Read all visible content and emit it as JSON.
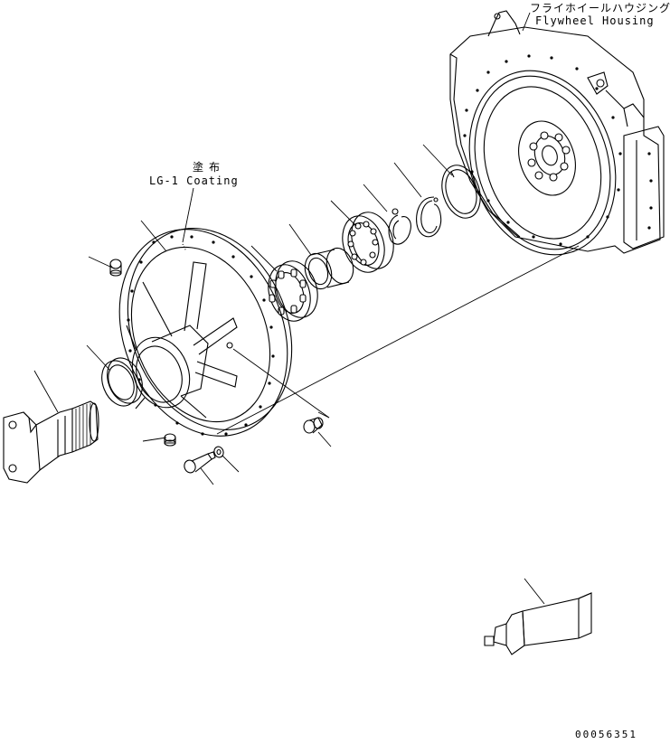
{
  "labels": {
    "flywheel_housing_jp": "フライホイールハウジング",
    "flywheel_housing_en": "Flywheel Housing",
    "coating_jp": "塗布",
    "coating_en": "LG-1 Coating",
    "part_code": "00056351"
  },
  "colors": {
    "line": "#000000",
    "background": "#ffffff"
  },
  "parts": [
    "flywheel-housing",
    "retaining-ring-large",
    "snap-ring",
    "snap-ring-small",
    "ball-bearing",
    "bearing-sleeve",
    "roller-bearing",
    "cover",
    "oil-seal",
    "flange-shaft",
    "plug",
    "drain-plug",
    "bolt",
    "washer",
    "bushing",
    "tool"
  ]
}
